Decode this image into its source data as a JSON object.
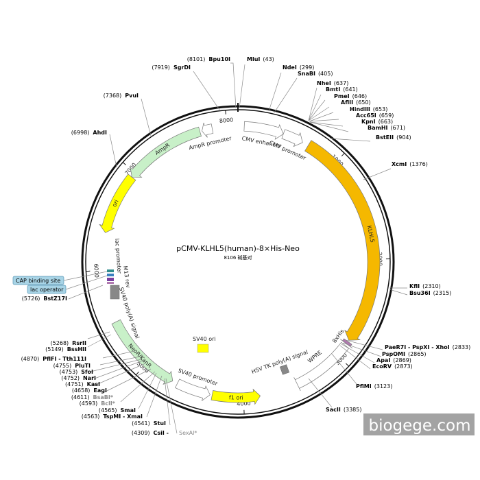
{
  "plasmid": {
    "name": "pCMV-KLHL5(human)-8×His-Neo",
    "size_label": "8106 碱基对",
    "length": 8106
  },
  "ticks": [
    {
      "pos": 1000,
      "label": "1000"
    },
    {
      "pos": 2000,
      "label": "2000"
    },
    {
      "pos": 3000,
      "label": "3000"
    },
    {
      "pos": 4000,
      "label": "4000"
    },
    {
      "pos": 5000,
      "label": "5000"
    },
    {
      "pos": 6000,
      "label": "6000"
    },
    {
      "pos": 7000,
      "label": "7000"
    },
    {
      "pos": 8000,
      "label": "8000"
    }
  ],
  "features": [
    {
      "name": "CMV enhancer",
      "start": 60,
      "end": 440,
      "color": "#ffffff",
      "kind": "arrow",
      "dir": 1,
      "label": "CMV enhancer"
    },
    {
      "name": "CMV promoter",
      "start": 440,
      "end": 640,
      "color": "#ffffff",
      "kind": "arrow",
      "dir": 1,
      "label": "CMV promoter"
    },
    {
      "name": "KLHL5",
      "start": 700,
      "end": 2820,
      "color": "#f5b800",
      "kind": "arrow",
      "dir": 1,
      "label": "KLHL5"
    },
    {
      "name": "8xHis",
      "start": 2835,
      "end": 2860,
      "color": "#b07ab0",
      "kind": "box",
      "dir": 1,
      "label": "8xHis"
    },
    {
      "name": "WPRE",
      "start": 2880,
      "end": 3470,
      "color": "#ffffff",
      "kind": "box",
      "dir": 1,
      "label": "WPRE"
    },
    {
      "name": "f1 ori",
      "start": 3840,
      "end": 4300,
      "color": "#ffff00",
      "kind": "arrow",
      "dir": -1,
      "label": "f1 ori"
    },
    {
      "name": "SV40 promoter",
      "start": 4320,
      "end": 4650,
      "color": "#ffffff",
      "kind": "arrow",
      "dir": -1,
      "label": "SV40 promoter"
    },
    {
      "name": "NeoR/KanR",
      "start": 4700,
      "end": 5490,
      "color": "#c8f0c8",
      "kind": "arrow",
      "dir": -1,
      "label": "NeoR/KanR"
    },
    {
      "name": "AmpR",
      "start": 6950,
      "end": 7740,
      "color": "#c8f0c8",
      "kind": "arrow",
      "dir": -1,
      "label": "AmpR"
    },
    {
      "name": "AmpR promoter",
      "start": 7760,
      "end": 7860,
      "color": "#ffffff",
      "kind": "arrow",
      "dir": -1,
      "label": "AmpR promoter"
    },
    {
      "name": "ori",
      "start": 6360,
      "end": 6950,
      "color": "#ffff00",
      "kind": "arrow",
      "dir": -1,
      "label": "ori"
    }
  ],
  "inner_labels": [
    {
      "text": "HSV TK poly(A) signal"
    },
    {
      "text": "SV40 ori"
    },
    {
      "text": "SV40 poly(A) signal"
    },
    {
      "text": "M13 rev"
    },
    {
      "text": "lac promoter"
    }
  ],
  "sites_right": [
    {
      "name": "MluI",
      "pos": "(43)"
    },
    {
      "name": "NdeI",
      "pos": "(299)"
    },
    {
      "name": "SnaBI",
      "pos": "(405)"
    },
    {
      "name": "NheI",
      "pos": "(637)"
    },
    {
      "name": "BmtI",
      "pos": "(641)"
    },
    {
      "name": "PmeI",
      "pos": "(646)"
    },
    {
      "name": "AflII",
      "pos": "(650)"
    },
    {
      "name": "HindIII",
      "pos": "(653)"
    },
    {
      "name": "Acc65I",
      "pos": "(659)"
    },
    {
      "name": "KpnI",
      "pos": "(663)"
    },
    {
      "name": "BamHI",
      "pos": "(671)"
    },
    {
      "name": "BstEII",
      "pos": "(904)"
    },
    {
      "name": "XcmI",
      "pos": "(1376)"
    },
    {
      "name": "KflI",
      "pos": "(2310)"
    },
    {
      "name": "Bsu36I",
      "pos": "(2315)"
    },
    {
      "name": "PaeR7I - PspXI - XhoI",
      "pos": "(2833)"
    },
    {
      "name": "PspOMI",
      "pos": "(2865)"
    },
    {
      "name": "ApaI",
      "pos": "(2869)"
    },
    {
      "name": "EcoRV",
      "pos": "(2873)"
    },
    {
      "name": "PflMI",
      "pos": "(3123)"
    },
    {
      "name": "SacII",
      "pos": "(3385)"
    }
  ],
  "sites_left": [
    {
      "name": "Bpu10I",
      "pos": "(8101)"
    },
    {
      "name": "SgrDI",
      "pos": "(7919)"
    },
    {
      "name": "PvuI",
      "pos": "(7368)"
    },
    {
      "name": "AhdI",
      "pos": "(6998)"
    },
    {
      "name": "BstZ17I",
      "pos": "(5726)"
    },
    {
      "name": "RsrII",
      "pos": "(5268)"
    },
    {
      "name": "BssHII",
      "pos": "(5149)"
    },
    {
      "name": "PflFI - Tth111I",
      "pos": "(4870)"
    },
    {
      "name": "PluTI",
      "pos": "(4755)"
    },
    {
      "name": "SfoI",
      "pos": "(4753)"
    },
    {
      "name": "NarI",
      "pos": "(4752)"
    },
    {
      "name": "KasI",
      "pos": "(4751)"
    },
    {
      "name": "EagI",
      "pos": "(4658)"
    },
    {
      "name": "BsaBI*",
      "pos": "(4611)"
    },
    {
      "name": "BclI*",
      "pos": "(4593)"
    },
    {
      "name": "SmaI",
      "pos": "(4565)"
    },
    {
      "name": "TspMI - XmaI",
      "pos": "(4563)"
    },
    {
      "name": "StuI",
      "pos": "(4541)"
    },
    {
      "name": "CsiI",
      "pos": "(4309)"
    },
    {
      "name": "SexAI*",
      "pos": ""
    }
  ],
  "tags": [
    {
      "text": "CAP binding site"
    },
    {
      "text": "lac operator"
    }
  ],
  "watermark": "biogege.com"
}
